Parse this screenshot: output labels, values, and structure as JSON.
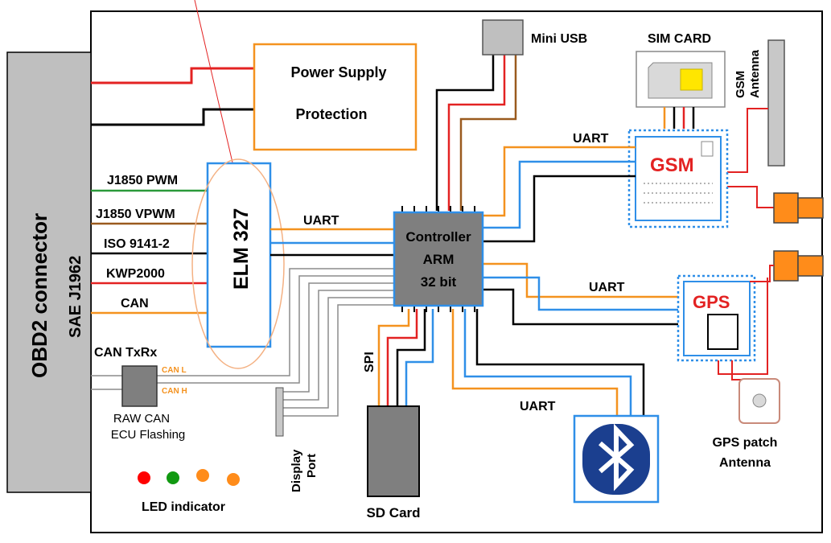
{
  "connector": {
    "title": "OBD2 connector",
    "standard": "SAE J1962"
  },
  "power": {
    "line1": "Power Supply",
    "line2": "Protection"
  },
  "mini_usb": "Mini USB",
  "sim_card": "SIM CARD",
  "gsm_antenna": {
    "line1": "GSM",
    "line2": "Antenna"
  },
  "gsm": "GSM",
  "gps": "GPS",
  "gps_antenna": {
    "line1": "GPS patch",
    "line2": "Antenna"
  },
  "elm": "ELM 327",
  "controller": {
    "line1": "Controller",
    "line2": "ARM",
    "line3": "32 bit"
  },
  "protocols": [
    "J1850 PWM",
    "J1850 VPWM",
    "ISO 9141-2",
    "KWP2000",
    "CAN"
  ],
  "uart_labels": {
    "elm": "UART",
    "gsm": "UART",
    "gps": "UART",
    "bt": "UART"
  },
  "spi": "SPI",
  "can_txrx": "CAN TxRx",
  "can_l": "CAN L",
  "can_h": "CAN H",
  "raw_can": {
    "line1": "RAW CAN",
    "line2": "ECU Flashing"
  },
  "display_port": {
    "line1": "Display",
    "line2": "Port"
  },
  "sd_card": "SD Card",
  "led_indicator": "LED indicator",
  "led_colors": [
    "#ff0000",
    "#119911",
    "#ff8c1a",
    "#ff8c1a"
  ],
  "colors": {
    "orange": "#f4921f",
    "blue": "#2f8fe8",
    "red": "#e32222",
    "brown": "#9a5a1e",
    "green": "#2a9a3a",
    "chip_fill": "#7f7f7f"
  },
  "icons": {
    "bluetooth": "bluetooth-icon"
  }
}
